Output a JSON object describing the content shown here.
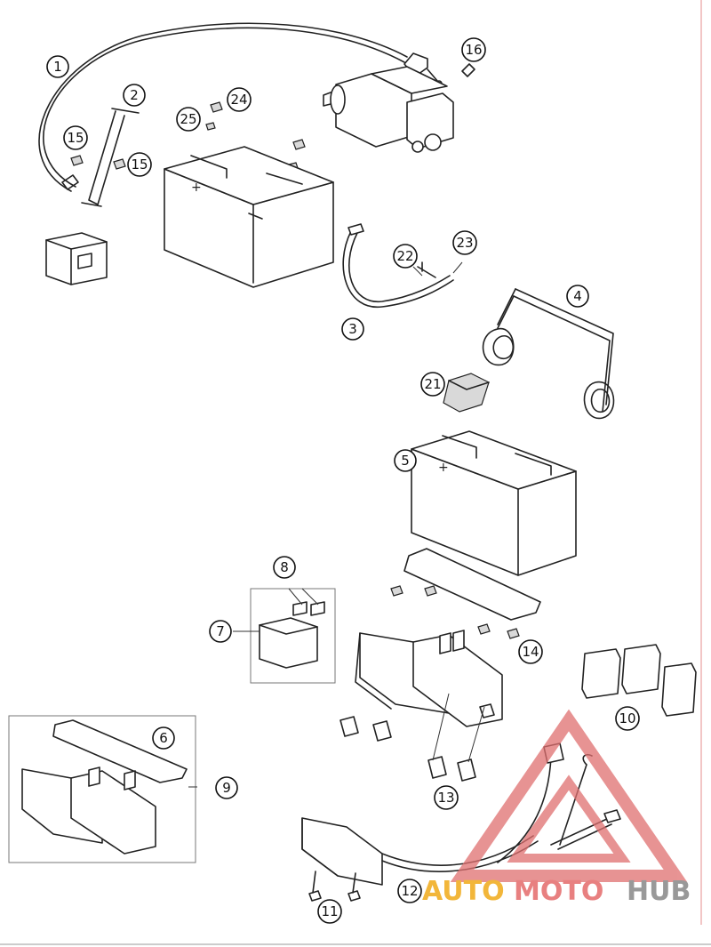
{
  "callouts": [
    {
      "id": "p1",
      "label": "1"
    },
    {
      "id": "p2",
      "label": "2"
    },
    {
      "id": "p3",
      "label": "3"
    },
    {
      "id": "p4",
      "label": "4"
    },
    {
      "id": "p5",
      "label": "5"
    },
    {
      "id": "p6",
      "label": "6"
    },
    {
      "id": "p7",
      "label": "7"
    },
    {
      "id": "p8",
      "label": "8"
    },
    {
      "id": "p9",
      "label": "9"
    },
    {
      "id": "p10",
      "label": "10"
    },
    {
      "id": "p11",
      "label": "11"
    },
    {
      "id": "p12",
      "label": "12"
    },
    {
      "id": "p13",
      "label": "13"
    },
    {
      "id": "p14",
      "label": "14"
    },
    {
      "id": "p15a",
      "label": "15"
    },
    {
      "id": "p15b",
      "label": "15"
    },
    {
      "id": "p16",
      "label": "16"
    },
    {
      "id": "p21",
      "label": "21"
    },
    {
      "id": "p22",
      "label": "22"
    },
    {
      "id": "p23",
      "label": "23"
    },
    {
      "id": "p24",
      "label": "24"
    },
    {
      "id": "p25",
      "label": "25"
    }
  ],
  "watermark": {
    "part1": "AUTO",
    "part2": "MOTO",
    "part3": "HUB",
    "color1": "#f2b63a",
    "color2": "#e88080",
    "color3": "#999999"
  },
  "colors": {
    "line": "#222222",
    "accent": "#e05050"
  }
}
